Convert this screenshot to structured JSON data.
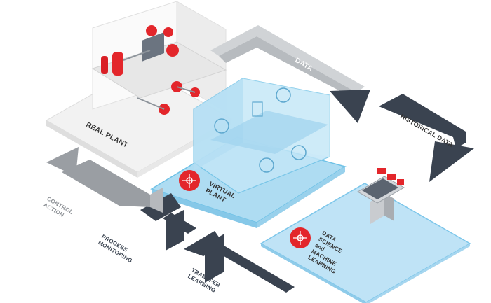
{
  "diagram": {
    "nodes": {
      "real_plant": {
        "label": "REAL PLANT"
      },
      "virtual_plant": {
        "label_lines": [
          "VIRTUAL",
          "PLANT"
        ]
      },
      "data_science": {
        "label_lines": [
          "DATA",
          "SCIENCE",
          "and",
          "MACHINE",
          "LEARNING"
        ]
      }
    },
    "arrows": {
      "data": {
        "label": "DATA"
      },
      "historical_data": {
        "label": "HISTORICAL DATA"
      },
      "control_action": {
        "label_lines": [
          "CONTROL",
          "ACTION"
        ]
      },
      "process_monitoring": {
        "label_lines": [
          "PROCESS",
          "MONITORING"
        ]
      },
      "transfer_learning": {
        "label_lines": [
          "TRANSFER",
          "LEARNING"
        ]
      }
    },
    "colors": {
      "accent_red": "#e3262b",
      "dark_arrow": "#3a4350",
      "light_arrow": "#9a9ea3",
      "virtual_blue": "#a9dcf3",
      "virtual_edge": "#6ec1e6",
      "plant_gray": "#f1f1f1"
    }
  }
}
